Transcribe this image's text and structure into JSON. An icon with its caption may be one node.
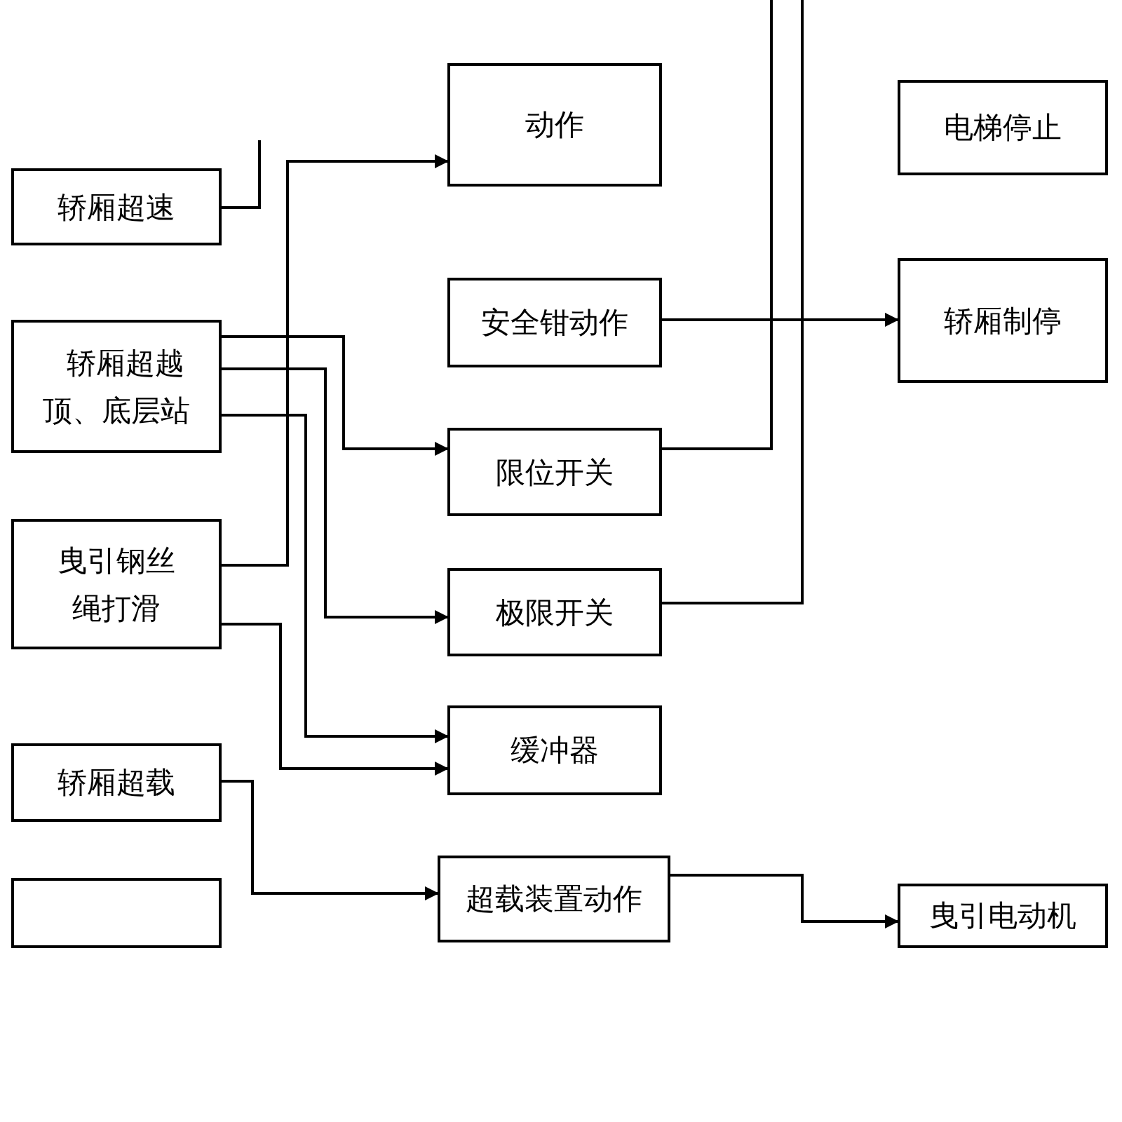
{
  "diagram": {
    "nodes": [
      {
        "text": [
          "动作"
        ]
      },
      {
        "text": [
          "轿厢超速"
        ]
      },
      {
        "text": [
          "轿厢超越顶、底层站"
        ]
      },
      {
        "text": [
          "曳引钢丝绳打滑"
        ]
      },
      {
        "text": [
          "轿厢超载"
        ]
      },
      {
        "text": [],
        "shape": "box"
      },
      {
        "text": [
          "安全钳动作"
        ]
      },
      {
        "text": [
          "限位开关"
        ]
      },
      {
        "text": [
          "极限开关"
        ]
      },
      {
        "text": [
          "缓冲器"
        ]
      },
      {
        "text": [
          "超载装置动作"
        ]
      },
      {
        "text": [
          "电梯停止"
        ]
      },
      {
        "text": [
          "轿厢制停"
        ]
      },
      {
        "text": [
          "曳引电动机"
        ]
      }
    ],
    "edges": [
      {
        "from": 1,
        "to": null,
        "arrow": "none"
      },
      {
        "from": 3,
        "to": 0,
        "arrow": "to"
      },
      {
        "from": 2,
        "to": 7,
        "arrow": "to"
      },
      {
        "from": 2,
        "to": 8,
        "arrow": "to"
      },
      {
        "from": 2,
        "to": 9,
        "arrow": "to"
      },
      {
        "from": 3,
        "to": 9,
        "arrow": "to"
      },
      {
        "from": 4,
        "to": 10,
        "arrow": "to"
      },
      {
        "from": 10,
        "to": 13,
        "arrow": "to"
      },
      {
        "from": 6,
        "to": 12,
        "arrow": "to"
      },
      {
        "from": 7,
        "to": null,
        "arrow": "none"
      },
      {
        "from": 8,
        "to": null,
        "arrow": "none"
      }
    ]
  }
}
